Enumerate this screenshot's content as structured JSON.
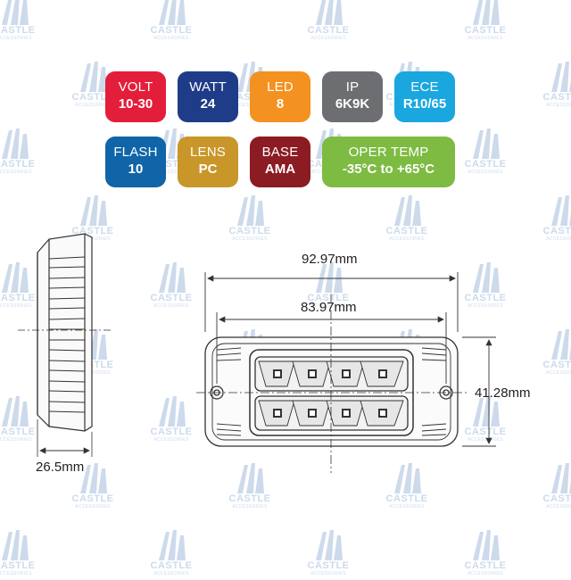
{
  "watermark": {
    "text": "CASTLE",
    "subtext": "ACCESSORIES"
  },
  "specs": [
    {
      "id": "volt",
      "label": "VOLT",
      "value": "10-30",
      "color": "#e31e3b"
    },
    {
      "id": "watt",
      "label": "WATT",
      "value": "24",
      "color": "#1f3c88"
    },
    {
      "id": "led",
      "label": "LED",
      "value": "8",
      "color": "#f39221"
    },
    {
      "id": "ip",
      "label": "IP",
      "value": "6K9K",
      "color": "#6d6e71"
    },
    {
      "id": "ece",
      "label": "ECE",
      "value": "R10/65",
      "color": "#1aa7df"
    },
    {
      "id": "flash",
      "label": "FLASH",
      "value": "10",
      "color": "#1065a8"
    },
    {
      "id": "lens",
      "label": "LENS",
      "value": "PC",
      "color": "#c9962a"
    },
    {
      "id": "base",
      "label": "BASE",
      "value": "AMA",
      "color": "#8b1c23"
    },
    {
      "id": "temp",
      "label": "OPER TEMP",
      "value": "-35°C to +65°C",
      "color": "#7dbb42"
    }
  ],
  "dimensions": {
    "overall_width": "92.97mm",
    "hole_spacing": "83.97mm",
    "height": "41.28mm",
    "depth": "26.5mm"
  },
  "led_count": 8
}
